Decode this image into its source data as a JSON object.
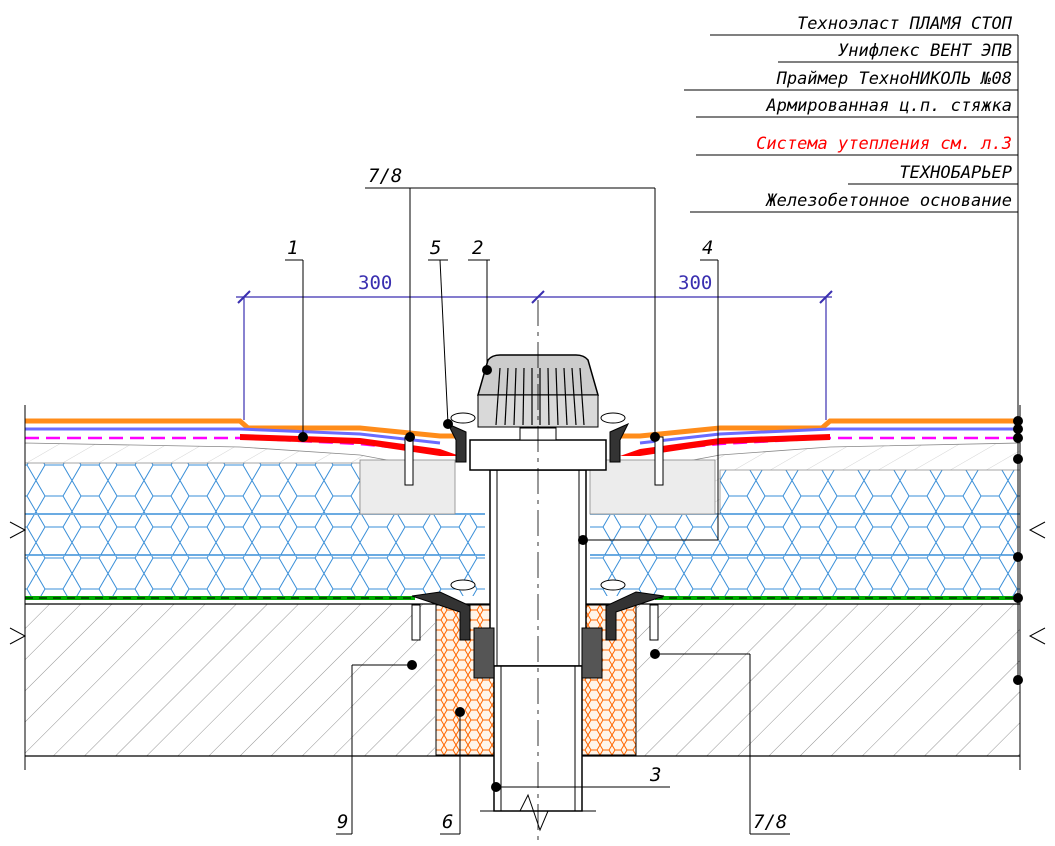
{
  "layers": [
    {
      "text": "Техноэласт ПЛАМЯ СТОП",
      "color": "#000000"
    },
    {
      "text": "Унифлекс ВЕНТ ЭПВ",
      "color": "#000000"
    },
    {
      "text": "Праймер ТехноНИКОЛЬ №08",
      "color": "#000000"
    },
    {
      "text": "Армированная ц.п. стяжка",
      "color": "#000000"
    },
    {
      "text": "Система утепления см. л.3",
      "color": "#ff0000"
    },
    {
      "text": "ТЕХНОБАРЬЕР",
      "color": "#000000"
    },
    {
      "text": "Железобетонное основание",
      "color": "#000000"
    }
  ],
  "callouts": {
    "c1": "1",
    "c2": "2",
    "c3": "3",
    "c4": "4",
    "c5": "5",
    "c6": "6",
    "c78_top": "7/8",
    "c78_bottom": "7/8",
    "c9": "9"
  },
  "dimensions": {
    "left": "300",
    "right": "300"
  },
  "colors": {
    "insulation": "#3a8fd8",
    "foam": "#ff6600",
    "membrane_top": "#ff8c1a",
    "membrane_red": "#ff0000",
    "membrane_blue": "#6a6aff",
    "membrane_magenta": "#ff00ff",
    "vapor_barrier": "#00aa00",
    "dimension": "#3a2fb0"
  }
}
